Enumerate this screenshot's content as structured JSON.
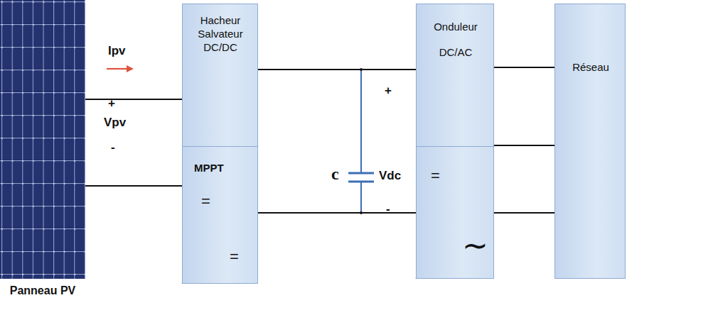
{
  "diagram": {
    "nodes": [
      {
        "text": [
          "Panneau PV"
        ]
      },
      {
        "text": [
          "Hacheur Salvateur DC/DC",
          "MPPT",
          "=",
          "="
        ]
      },
      {
        "text": [
          "Onduleur DC/AC",
          "=",
          "∼"
        ]
      },
      {
        "text": [
          "Réseau"
        ]
      }
    ],
    "edges": [
      {
        "from": 0,
        "to": 1,
        "arrow": "none"
      },
      {
        "from": 0,
        "to": 1,
        "arrow": "none"
      },
      {
        "from": 1,
        "to": 2,
        "arrow": "none"
      },
      {
        "from": 1,
        "to": 2,
        "arrow": "none"
      },
      {
        "from": 2,
        "to": 3,
        "arrow": "none"
      },
      {
        "from": 2,
        "to": 3,
        "arrow": "none"
      },
      {
        "from": 2,
        "to": 3,
        "arrow": "none"
      }
    ],
    "labels": [
      "Ipv",
      "+",
      "Vpv",
      "-",
      "c",
      "Vdc",
      "+",
      "-"
    ]
  }
}
